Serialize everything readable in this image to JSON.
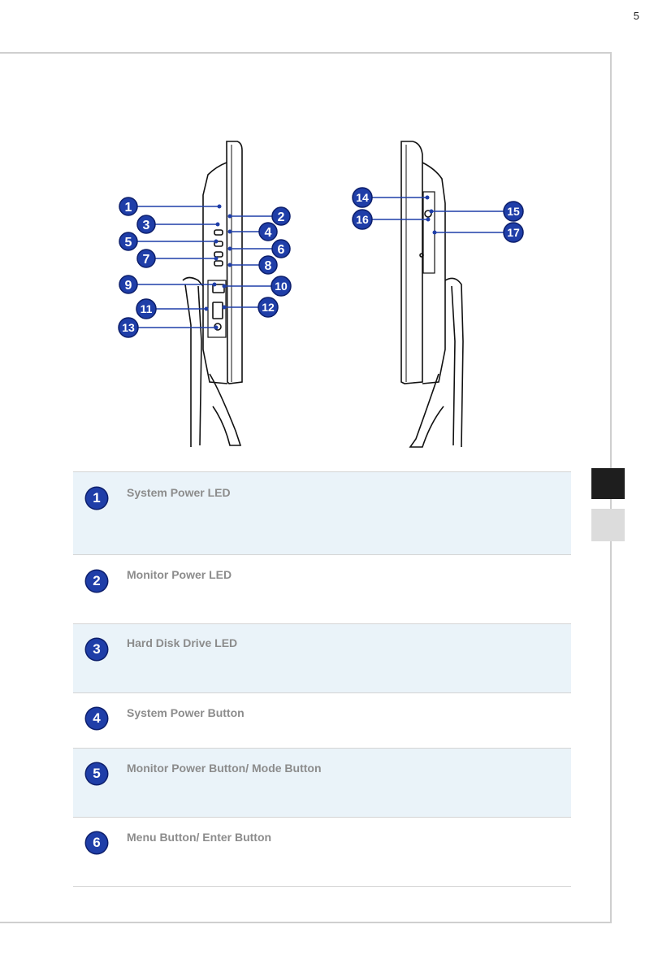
{
  "page": {
    "number": "5"
  },
  "callouts": [
    "1",
    "2",
    "3",
    "4",
    "5",
    "6",
    "7",
    "8",
    "9",
    "10",
    "11",
    "12",
    "13",
    "14",
    "15",
    "16",
    "17"
  ],
  "items": [
    {
      "number": "1",
      "title": "System Power LED"
    },
    {
      "number": "2",
      "title": "Monitor Power LED"
    },
    {
      "number": "3",
      "title": "Hard Disk Drive LED"
    },
    {
      "number": "4",
      "title": "System Power Button"
    },
    {
      "number": "5",
      "title": "Monitor Power Button/ Mode Button"
    },
    {
      "number": "6",
      "title": "Menu Button/ Enter Button"
    }
  ],
  "colors": {
    "badge": "#1f3ea8",
    "row_shade": "#eaf3f9",
    "title_text": "#8c8c8c"
  }
}
